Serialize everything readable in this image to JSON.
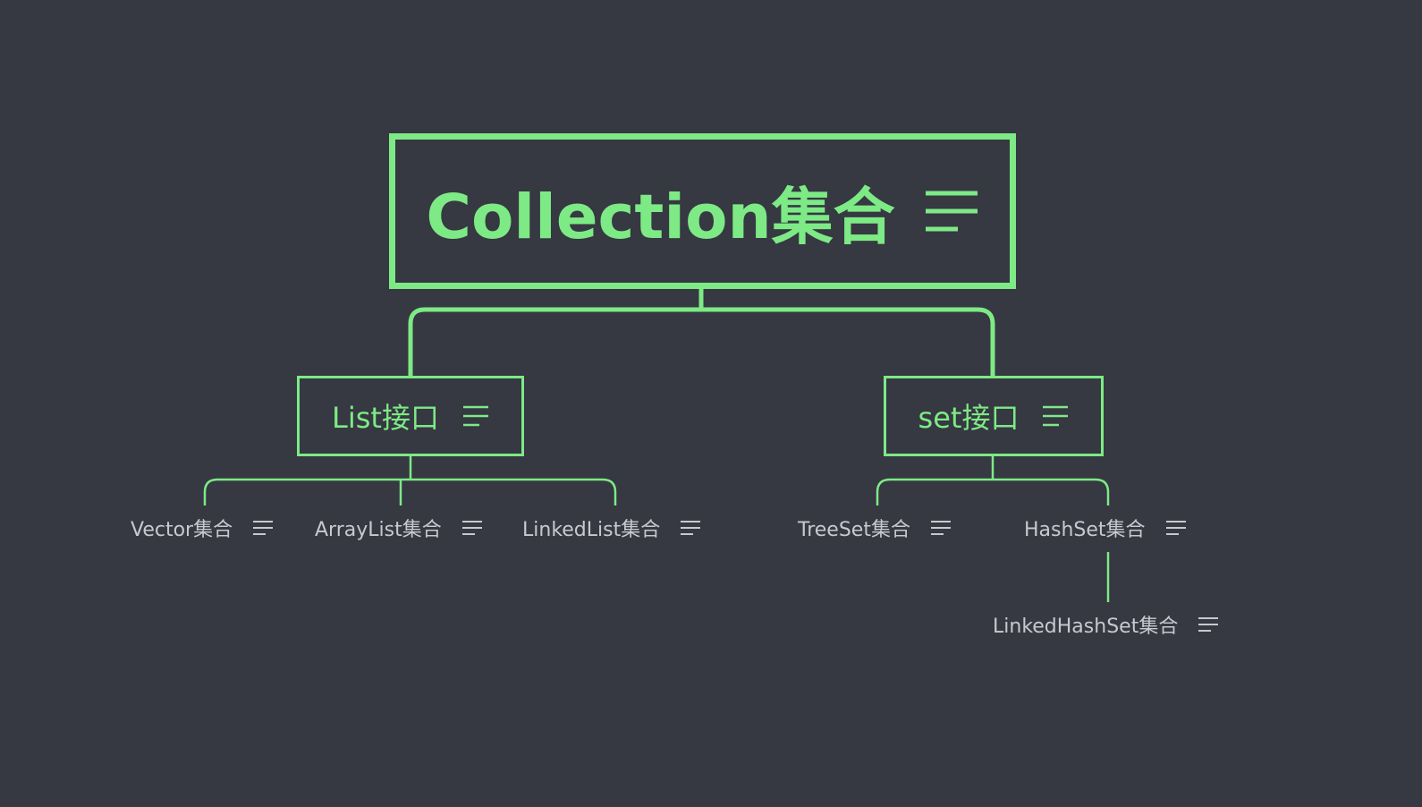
{
  "colors": {
    "background": "#363842",
    "accent_green": "#7DEA85",
    "leaf_text": "#C8C9CF"
  },
  "icons": {
    "node_menu": "lines-menu-icon"
  },
  "mindmap": {
    "root": {
      "label": "Collection集合"
    },
    "branches": [
      {
        "label": "List接口",
        "children": [
          {
            "label": "Vector集合"
          },
          {
            "label": "ArrayList集合"
          },
          {
            "label": "LinkedList集合"
          }
        ]
      },
      {
        "label": "set接口",
        "children": [
          {
            "label": "TreeSet集合"
          },
          {
            "label": "HashSet集合",
            "children": [
              {
                "label": "LinkedHashSet集合"
              }
            ]
          }
        ]
      }
    ]
  }
}
